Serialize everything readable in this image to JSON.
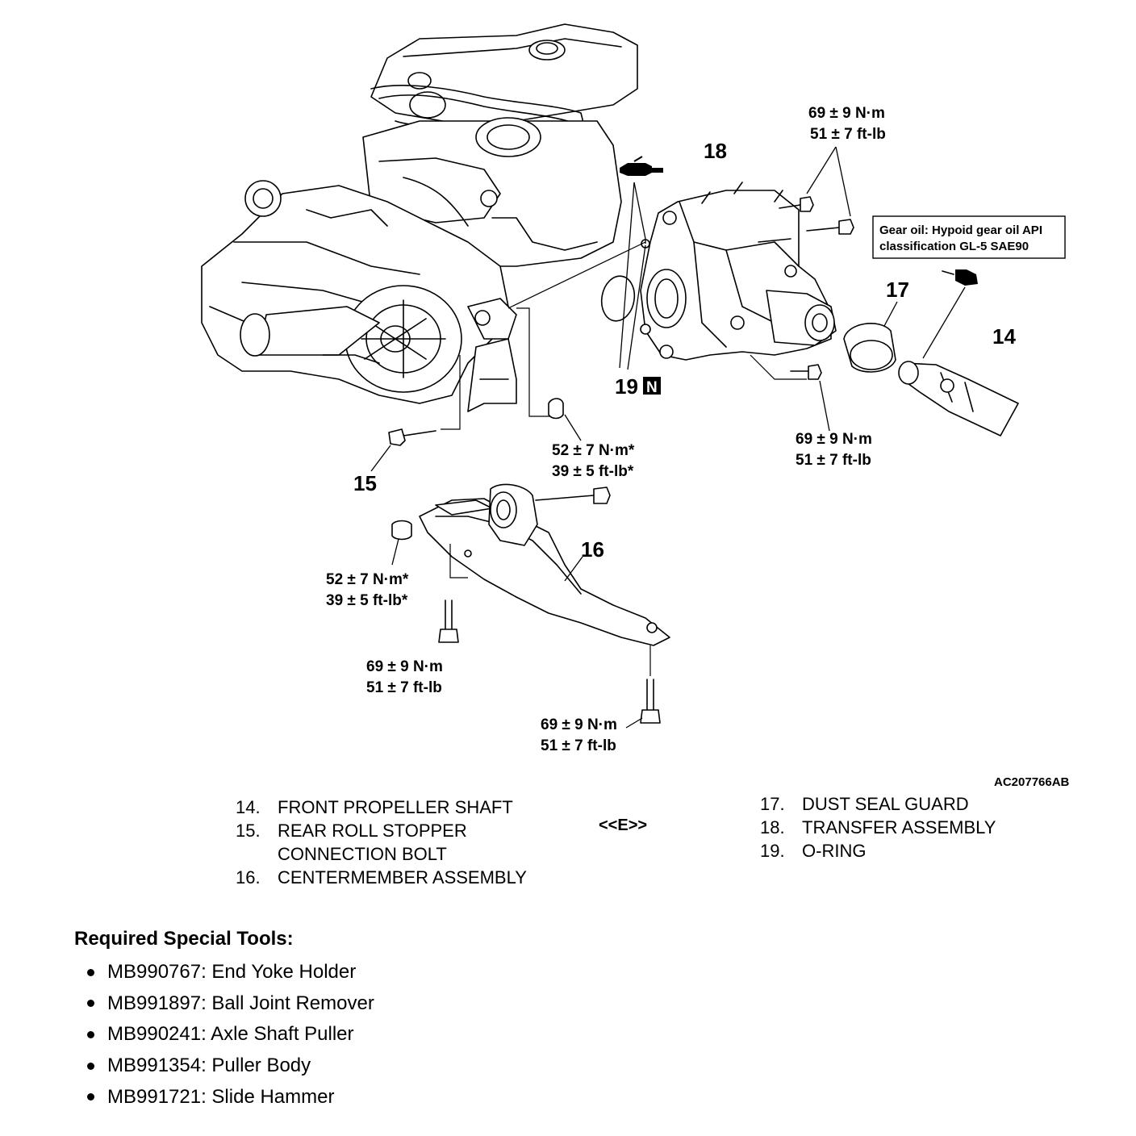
{
  "figure_code": "AC207766AB",
  "callouts": {
    "c14": "14",
    "c15": "15",
    "c16": "16",
    "c17": "17",
    "c18": "18",
    "c19": "19"
  },
  "n_badge": "N",
  "torques": {
    "top_right": [
      "69 ± 9 N·m",
      "51 ± 7 ft-lb"
    ],
    "mid_right": [
      "69 ± 9 N·m",
      "51 ± 7 ft-lb"
    ],
    "roll_nut_upper": [
      "52 ± 7 N·m*",
      "39 ± 5 ft-lb*"
    ],
    "roll_nut_lower": [
      "52 ± 7 N·m*",
      "39 ± 5 ft-lb*"
    ],
    "center_bolt_left": [
      "69 ± 9 N·m",
      "51 ± 7 ft-lb"
    ],
    "center_bolt_right": [
      "69 ± 9 N·m",
      "51 ± 7 ft-lb"
    ]
  },
  "gear_oil_note": [
    "Gear oil: Hypoid gear oil API",
    "classification GL-5 SAE90"
  ],
  "icons": [
    "grease-gun-icon",
    "gear-oil-can-icon"
  ],
  "legend_left": [
    {
      "num": "14.",
      "text": "FRONT PROPELLER SHAFT"
    },
    {
      "num": "15.",
      "text": "REAR ROLL STOPPER"
    },
    {
      "num": "",
      "text": "CONNECTION BOLT"
    },
    {
      "num": "16.",
      "text": "CENTERMEMBER ASSEMBLY"
    }
  ],
  "legend_marker": "<<E>>",
  "legend_right": [
    {
      "num": "17.",
      "text": "DUST SEAL GUARD"
    },
    {
      "num": "18.",
      "text": "TRANSFER ASSEMBLY"
    },
    {
      "num": "19.",
      "text": "O-RING"
    }
  ],
  "tools_title": "Required Special Tools:",
  "tools": [
    "MB990767: End Yoke Holder",
    "MB991897: Ball Joint Remover",
    "MB990241: Axle Shaft Puller",
    "MB991354: Puller Body",
    "MB991721: Slide Hammer"
  ]
}
